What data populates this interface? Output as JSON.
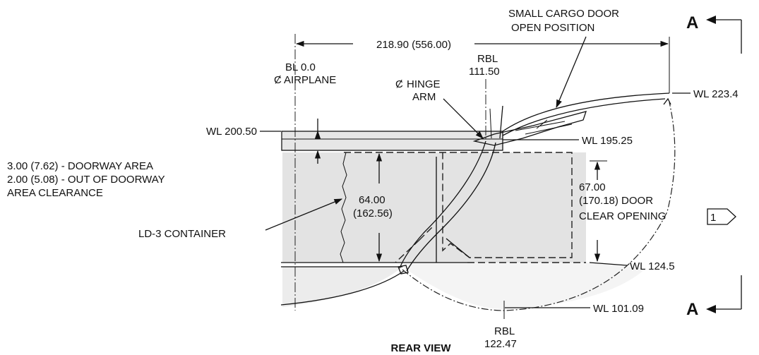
{
  "view_title": "REAR VIEW",
  "labels": {
    "door_title_1": "SMALL CARGO DOOR",
    "door_title_2": "OPEN POSITION",
    "section_a_top": "A",
    "section_a_bottom": "A",
    "overall_width": "218.90 (556.00)",
    "bl_1": "BL 0.0",
    "bl_2": "AIRPLANE",
    "rbl_hinge_1": "RBL",
    "rbl_hinge_2": "111.50",
    "hinge_1": "HINGE",
    "hinge_2": "ARM",
    "wl_223": "WL 223.4",
    "wl_200": "WL 200.50",
    "wl_195": "WL 195.25",
    "doorway_1": "3.00 (7.62) - DOORWAY AREA",
    "doorway_2": "2.00 (5.08) - OUT OF DOORWAY",
    "doorway_3": "AREA CLEARANCE",
    "height_64_1": "64.00",
    "height_64_2": "(162.56)",
    "height_67_1": "67.00",
    "height_67_2": "(170.18) DOOR",
    "height_67_3": "CLEAR OPENING",
    "flag_note": "1",
    "container": "LD-3 CONTAINER",
    "wl_124": "WL 124.5",
    "wl_101": "WL 101.09",
    "rbl_bottom_1": "RBL",
    "rbl_bottom_2": "122.47"
  }
}
